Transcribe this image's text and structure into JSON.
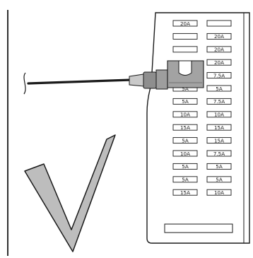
{
  "illustration": {
    "status_mark": "check-mark-icon",
    "tool": "fuse-test-probe",
    "colors": {
      "line": "#1a1a1a",
      "panel_fill": "#ffffff",
      "check_fill": "#bdbdbd",
      "probe_body": "#9a9a9a",
      "cable": "#1a1a1a"
    }
  },
  "fuse_panel": {
    "rows": [
      {
        "left": "20A",
        "right": ""
      },
      {
        "left": "",
        "right": "20A"
      },
      {
        "left": "",
        "right": "20A"
      },
      {
        "left": "",
        "right": "20A"
      },
      {
        "left": "",
        "right": "7.5A"
      },
      {
        "left": "5A",
        "right": "5A"
      },
      {
        "left": "5A",
        "right": "7.5A"
      },
      {
        "left": "10A",
        "right": "10A"
      },
      {
        "left": "15A",
        "right": "15A"
      },
      {
        "left": "5A",
        "right": "15A"
      },
      {
        "left": "10A",
        "right": "7.5A"
      },
      {
        "left": "5A",
        "right": "5A"
      },
      {
        "left": "5A",
        "right": "5A"
      },
      {
        "left": "15A",
        "right": "10A"
      }
    ],
    "probed_fuse": {
      "row": 3,
      "column": "left"
    }
  }
}
